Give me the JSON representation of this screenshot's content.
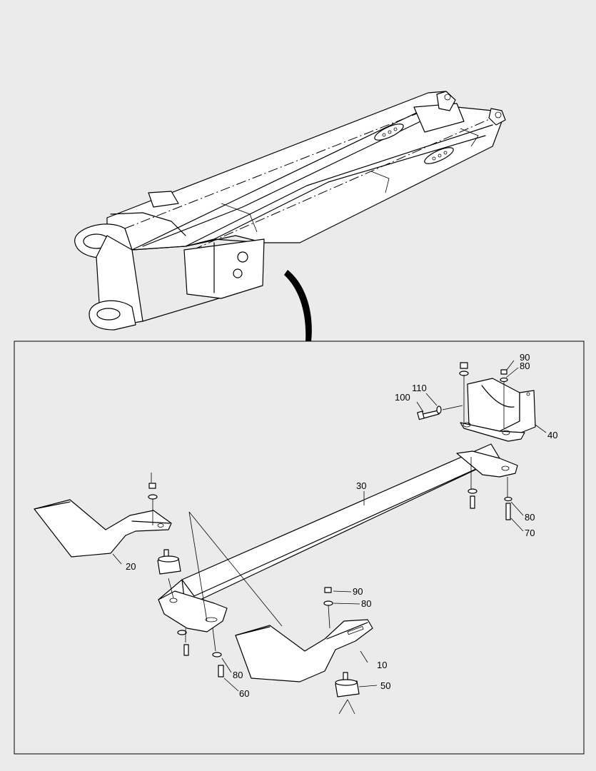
{
  "callouts": {
    "c10": "10",
    "c20": "20",
    "c30": "30",
    "c40": "40",
    "c50": "50",
    "c60": "60",
    "c70": "70",
    "c80a": "80",
    "c80b": "80",
    "c80c": "80",
    "c80d": "80",
    "c90a": "90",
    "c90b": "90",
    "c100": "100",
    "c110": "110"
  }
}
